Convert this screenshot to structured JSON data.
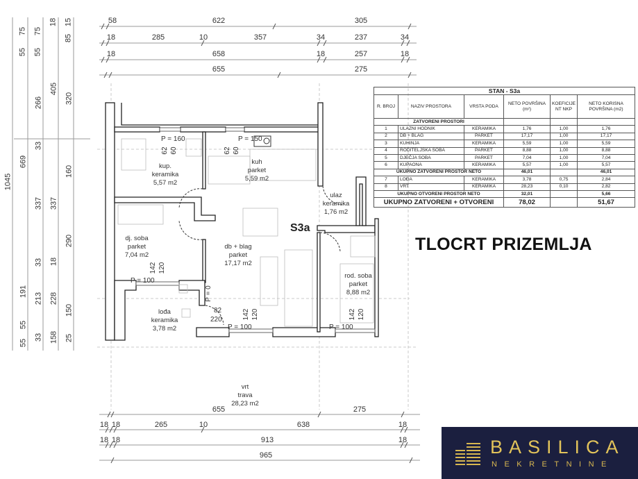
{
  "dimensions": {
    "top": [
      [
        "58",
        "622",
        "305"
      ],
      [
        "18",
        "285",
        "10",
        "357",
        "34",
        "237",
        "34"
      ],
      [
        "18",
        "658",
        "18",
        "257",
        "18"
      ],
      [
        "655",
        "275"
      ]
    ],
    "left": [
      "75",
      "55",
      "75",
      "55",
      "18",
      "15",
      "85",
      "1045",
      "669",
      "55",
      "191",
      "55",
      "266",
      "33",
      "337",
      "33",
      "213",
      "33",
      "405",
      "337",
      "18",
      "228",
      "158",
      "320",
      "160",
      "290",
      "150",
      "25"
    ],
    "bottom": [
      [
        "655",
        "275"
      ],
      [
        "18",
        "18",
        "265",
        "10",
        "638",
        "18"
      ],
      [
        "18",
        "18",
        "913",
        "18"
      ],
      [
        "965"
      ]
    ]
  },
  "rooms": {
    "kupaona": [
      "kup.",
      "keramika",
      "5,57 m2"
    ],
    "kuhinja": [
      "kuh",
      "parket",
      "5,59 m2"
    ],
    "ulaz": [
      "ulaz",
      "keramika",
      "1,76 m2"
    ],
    "djecja": [
      "dj. soba",
      "parket",
      "7,04 m2"
    ],
    "dnevni": [
      "db + blag",
      "parket",
      "17,17 m2"
    ],
    "roditeljska": [
      "rod. soba",
      "parket",
      "8,88 m2"
    ],
    "loda": [
      "lođa",
      "keramika",
      "3,78 m2"
    ],
    "vrt": [
      "vrt",
      "trava",
      "28,23 m2"
    ]
  },
  "unit_label": "S3a",
  "openings": {
    "p160": "P = 160",
    "p150": "P = 150",
    "p100a": "P = 100",
    "p100b": "P = 100",
    "p100c": "P = 100",
    "p0": "P = 0",
    "w1": [
      "62",
      "60"
    ],
    "w2": [
      "62",
      "60"
    ],
    "w3": [
      "142",
      "120"
    ],
    "w4": [
      "142",
      "120"
    ],
    "w5": [
      "142",
      "120"
    ],
    "door": [
      "82",
      "220"
    ]
  },
  "table": {
    "title": "STAN - S3a",
    "headers": [
      "R. BROJ",
      "NAZIV PROSTORA",
      "VRSTA PODA",
      "NETO POVRŠINA (m²)",
      "KOEFICIJE NT NKP",
      "NETO KORISNA POVRŠINA (m2)"
    ],
    "section_closed": "ZATVORENI PROSTORI",
    "closed_rows": [
      [
        "1",
        "ULAZNI HODNIK",
        "KERAMIKA",
        "1,76",
        "1,00",
        "1,76"
      ],
      [
        "2",
        "DB + BLAG",
        "PARKET",
        "17,17",
        "1,00",
        "17,17"
      ],
      [
        "3",
        "KUHINJA",
        "KERAMIKA",
        "5,59",
        "1,00",
        "5,59"
      ],
      [
        "4",
        "RODITELJSKA SOBA",
        "PARKET",
        "8,88",
        "1,00",
        "8,88"
      ],
      [
        "5",
        "DJEČJA SOBA",
        "PARKET",
        "7,04",
        "1,00",
        "7,04"
      ],
      [
        "6",
        "KUPAONA",
        "KERAMIKA",
        "5,57",
        "1,00",
        "5,57"
      ]
    ],
    "closed_total": [
      "UKUPNO ZATVORENI PROSTOR NETO",
      "46,01",
      "46,01"
    ],
    "open_rows": [
      [
        "7",
        "LOĐA",
        "KERAMIKA",
        "3,78",
        "0,75",
        "2,84"
      ],
      [
        "8",
        "VRT",
        "KERAMIKA",
        "28,23",
        "0,10",
        "2,82"
      ]
    ],
    "open_total": [
      "UKUPNO OTVORENI PROSTOR NETO",
      "32,01",
      "5,66"
    ],
    "grand_total": [
      "UKUPNO ZATVORENI + OTVORENI",
      "78,02",
      "51,67"
    ]
  },
  "plan_title": "TLOCRT PRIZEMLJA",
  "logo": {
    "name": "BASILICA",
    "sub": "NEKRETNINE",
    "bg": "#1b1f3f",
    "gold": "#e2c35a"
  }
}
